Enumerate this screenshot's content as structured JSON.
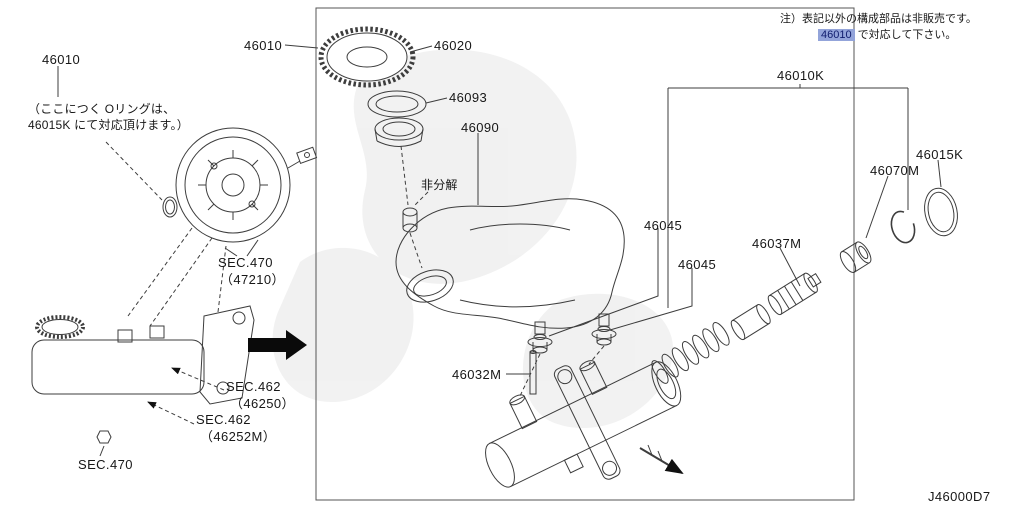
{
  "note": {
    "line1": "注）表記以外の構成部品は非販売です。",
    "highlighted_part": "46010",
    "line2_rest": " で対応して下さい。"
  },
  "doc_number": "J46000D7",
  "left_panel": {
    "part_46010": "46010",
    "callout": {
      "line1": "（ここにつく Oリングは、",
      "line2": "46015K にて対応頂けます。）"
    },
    "sec470_booster": {
      "line1": "SEC.470",
      "line2": "（47210）"
    },
    "sec462_a": {
      "line1": "SEC.462",
      "line2": "（46250）"
    },
    "sec462_b": {
      "line1": "SEC.462",
      "line2": "（46252M）"
    },
    "sec470_nut": "SEC.470"
  },
  "main_panel": {
    "part_46010": "46010",
    "part_46020": "46020",
    "part_46093": "46093",
    "part_46090": "46090",
    "non_serviceable": "非分解",
    "part_46045_a": "46045",
    "part_46045_b": "46045",
    "part_46032M": "46032M",
    "part_46010K": "46010K",
    "part_46037M": "46037M",
    "part_46070M": "46070M",
    "part_46015K": "46015K"
  },
  "colors": {
    "highlight_bg": "#93a4da",
    "highlight_text": "#101d6e",
    "line": "#3d3d3d",
    "watermark": "#ededed"
  }
}
